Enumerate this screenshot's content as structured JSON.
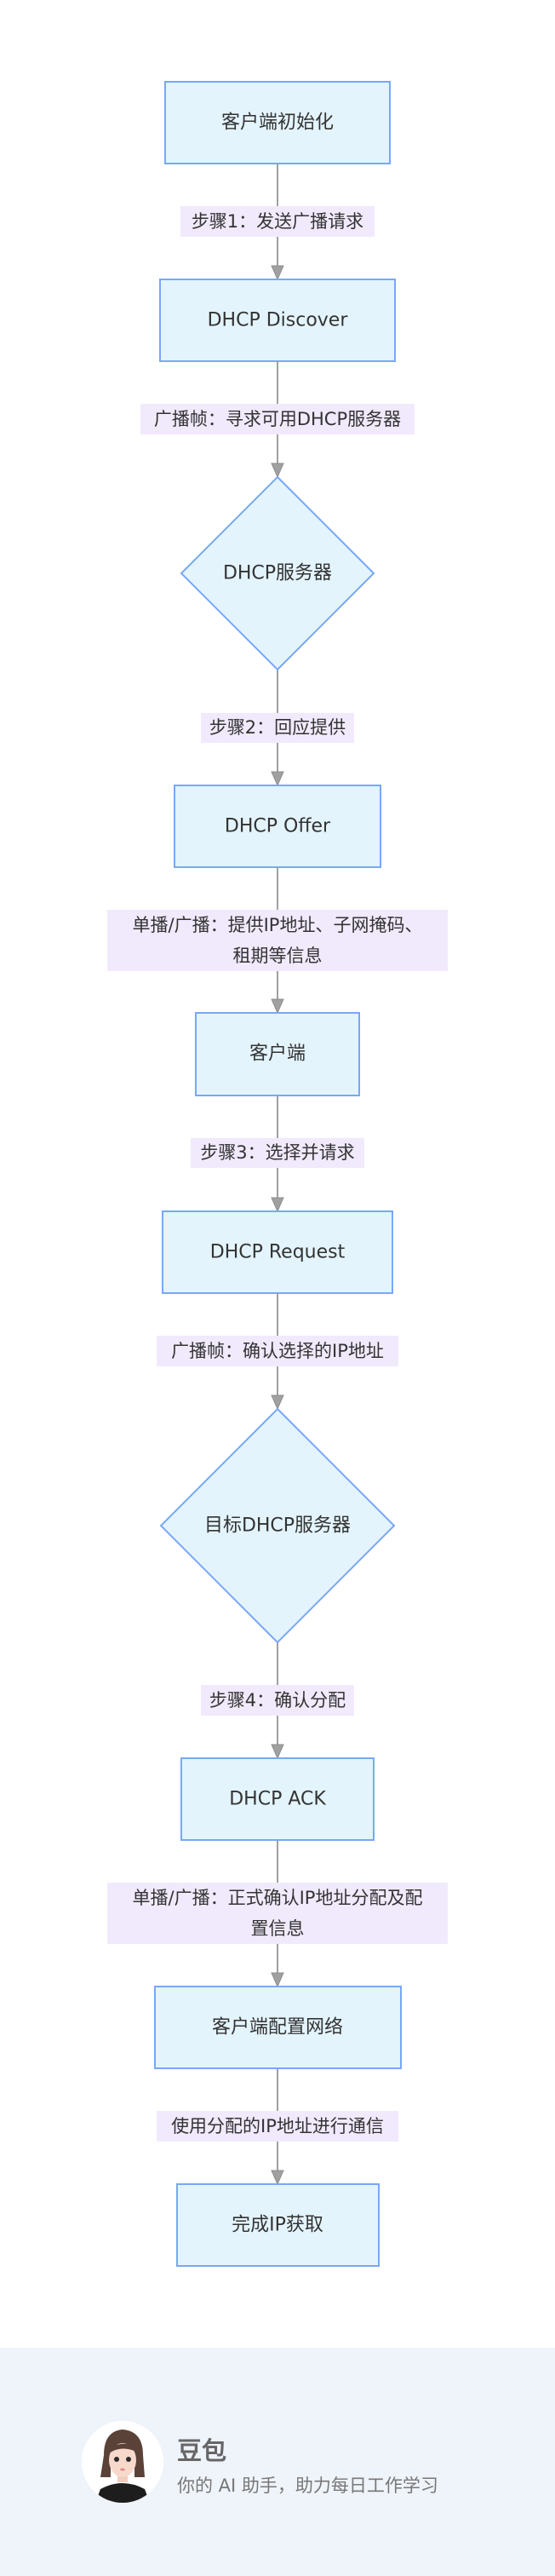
{
  "nodes": {
    "init": "客户端初始化",
    "discover": "DHCP Discover",
    "server": "DHCP服务器",
    "offer": "DHCP Offer",
    "client": "客户端",
    "request": "DHCP Request",
    "target_server": "目标DHCP服务器",
    "ack": "DHCP ACK",
    "configure": "客户端配置网络",
    "done": "完成IP获取"
  },
  "edges": {
    "e1": [
      "步骤1：发送广播请求"
    ],
    "e2": [
      "广播帧：寻求可用DHCP服务器"
    ],
    "e3": [
      "步骤2：回应提供"
    ],
    "e4": [
      "单播/广播：提供IP地址、子网掩码、",
      "租期等信息"
    ],
    "e5": [
      "步骤3：选择并请求"
    ],
    "e6": [
      "广播帧：确认选择的IP地址"
    ],
    "e7": [
      "步骤4：确认分配"
    ],
    "e8": [
      "单播/广播：正式确认IP地址分配及配",
      "置信息"
    ],
    "e9": [
      "使用分配的IP地址进行通信"
    ]
  },
  "footer": {
    "name": "豆包",
    "tagline": "你的 AI 助手，助力每日工作学习"
  },
  "colors": {
    "node_fill": "#e3f4fd",
    "node_stroke": "#78a8f6",
    "edge_label_bg": "#f1e9fc",
    "edge": "#a0a0a0",
    "footer_bg": "#eff3fa"
  }
}
